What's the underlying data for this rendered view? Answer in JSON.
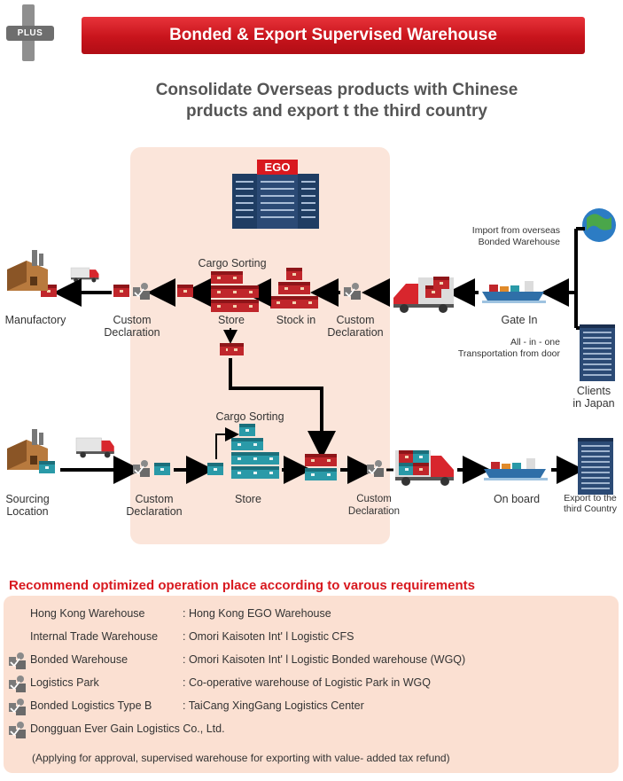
{
  "header": {
    "plus_label": "PLUS",
    "title": "Bonded & Export Supervised Warehouse"
  },
  "subtitle": {
    "line1": "Consolidate Overseas products with Chinese",
    "line2": "prducts and export t the third country"
  },
  "diagram": {
    "ego_label": "EGO",
    "top_flow": {
      "manufactory": "Manufactory",
      "custom_declaration_left": "Custom\nDeclaration",
      "cargo_sorting": "Cargo Sorting",
      "store": "Store",
      "stock_in": "Stock in",
      "custom_declaration_right": "Custom\nDeclaration",
      "gate_in": "Gate In",
      "import_note": "Import from overseas\nBonded Warehouse",
      "transport_note": "All - in - one\nTransportation from door",
      "clients": "Clients\nin Japan"
    },
    "bottom_flow": {
      "sourcing_location": "Sourcing\nLocation",
      "custom_declaration_left": "Custom\nDeclaration",
      "cargo_sorting": "Cargo Sorting",
      "store": "Store",
      "custom_declaration_right": "Custom\nDeclaration",
      "on_board": "On board",
      "export": "Export to the\nthird Country"
    }
  },
  "recommend": {
    "title": "Recommend optimized operation place according to varous requirements",
    "rows": [
      {
        "key": "Hong Kong Warehouse",
        "value": ": Hong Kong EGO Warehouse",
        "icon": false
      },
      {
        "key": "Internal Trade Warehouse",
        "value": ": Omori Kaisoten Int' l Logistic CFS",
        "icon": false
      },
      {
        "key": "Bonded Warehouse",
        "value": ": Omori Kaisoten Int' l Logistic Bonded warehouse (WGQ)",
        "icon": true
      },
      {
        "key": "Logistics Park",
        "value": ": Co-operative warehouse of Logistic Park in WGQ",
        "icon": true
      },
      {
        "key": "Bonded Logistics Type B",
        "value": ": TaiCang XingGang Logistics Center",
        "icon": true
      },
      {
        "key": "Dongguan Ever Gain Logistics Co., Ltd.",
        "value": "",
        "icon": true
      }
    ],
    "note": "(Applying for approval, supervised warehouse for exporting with value- added tax refund)"
  },
  "colors": {
    "accent_red": "#c8141c",
    "zone_bg": "#fbe5da",
    "box_red": "#c0262b",
    "box_teal": "#2a9aa8",
    "building_navy": "#1f3d63"
  }
}
